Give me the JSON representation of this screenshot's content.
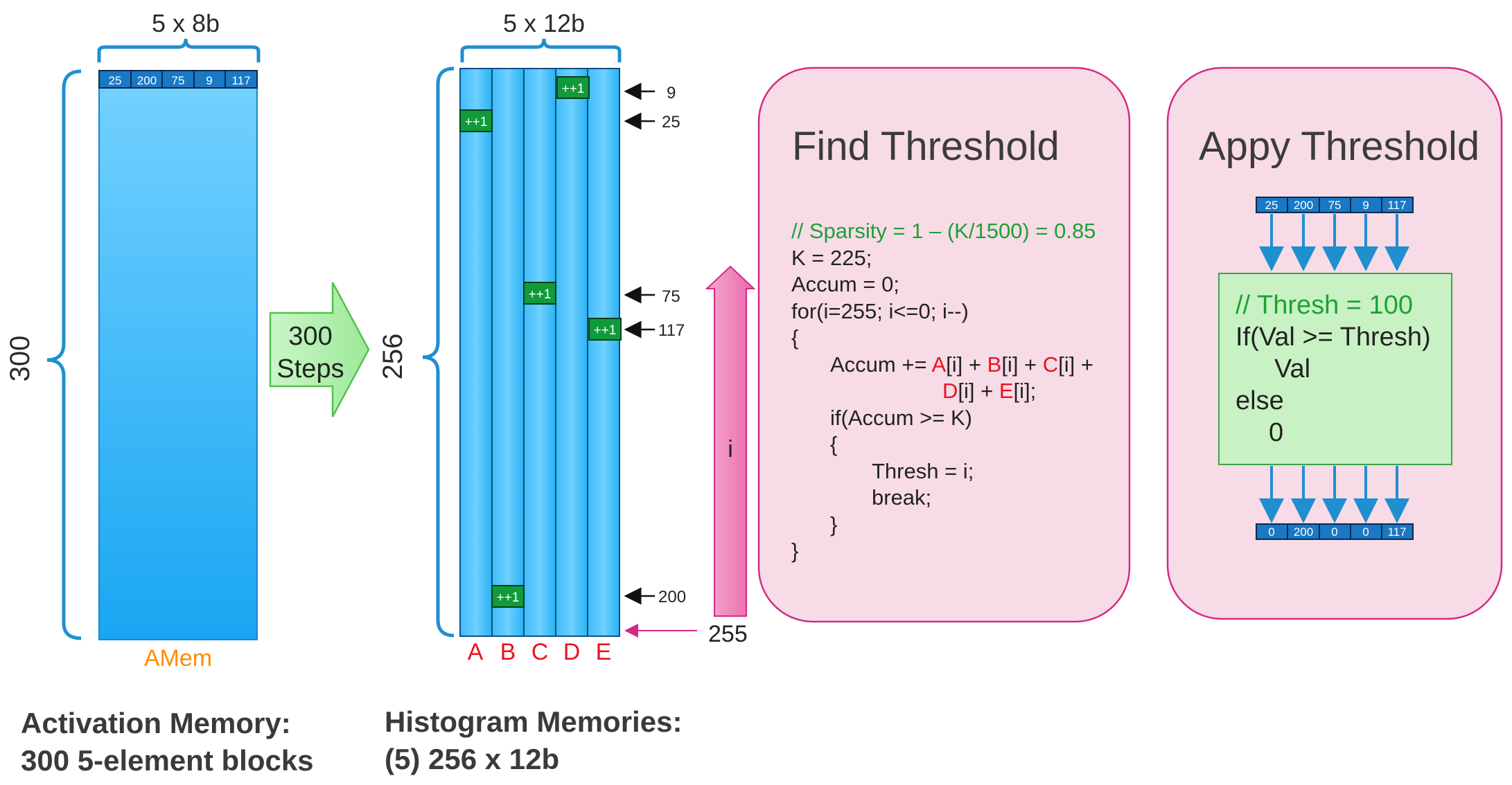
{
  "activation": {
    "width_label": "5 x 8b",
    "height_label": "300",
    "header_cells": [
      "25",
      "200",
      "75",
      "9",
      "117"
    ],
    "memory_label": "AMem",
    "caption_line1": "Activation Memory:",
    "caption_line2": "300 5-element blocks"
  },
  "steps_arrow": {
    "line1": "300",
    "line2": "Steps"
  },
  "histogram": {
    "width_label": "5 x 12b",
    "height_label": "256",
    "column_labels": [
      "A",
      "B",
      "C",
      "D",
      "E"
    ],
    "increment_label": "++1",
    "pointer_labels": [
      "9",
      "25",
      "75",
      "117",
      "200"
    ],
    "bottom_label": "255",
    "index_label": "i",
    "caption_line1": "Histogram Memories:",
    "caption_line2": "(5) 256 x 12b"
  },
  "find_threshold": {
    "title": "Find Threshold",
    "comment": "// Sparsity = 1 – (K/1500) = 0.85",
    "lines": {
      "k": "K = 225;",
      "accum_init": "Accum = 0;",
      "for": "for(i=255; i<=0; i--)",
      "open": "{",
      "accum_pre": "Accum += ",
      "idx": "[i]",
      "plus": " + ",
      "plus_tail": " +",
      "semi": "[i];",
      "if": "if(Accum >= K)",
      "open2": "{",
      "thresh": "Thresh = i;",
      "break": "break;",
      "close2": "}",
      "close": "}"
    }
  },
  "apply_threshold": {
    "title": "Appy Threshold",
    "input_cells": [
      "25",
      "200",
      "75",
      "9",
      "117"
    ],
    "output_cells": [
      "0",
      "200",
      "0",
      "0",
      "117"
    ],
    "comment": "// Thresh = 100",
    "line_if": "If(Val >= Thresh)",
    "line_val": "Val",
    "line_else": "else",
    "line_zero": "0"
  },
  "colors": {
    "bracket": "#1f8fd0",
    "memory_top": "#74d2ff",
    "memory_bottom": "#19a6f2",
    "cell_bg": "#1a78c4",
    "incr_bg": "#109a3a",
    "panel_bg": "#f7dbe7",
    "panel_border": "#d42a86",
    "code_green": "#1ca234",
    "code_red": "#e8141c",
    "amem_orange": "#ff8c00",
    "pink_arrow": "#e0519c"
  }
}
